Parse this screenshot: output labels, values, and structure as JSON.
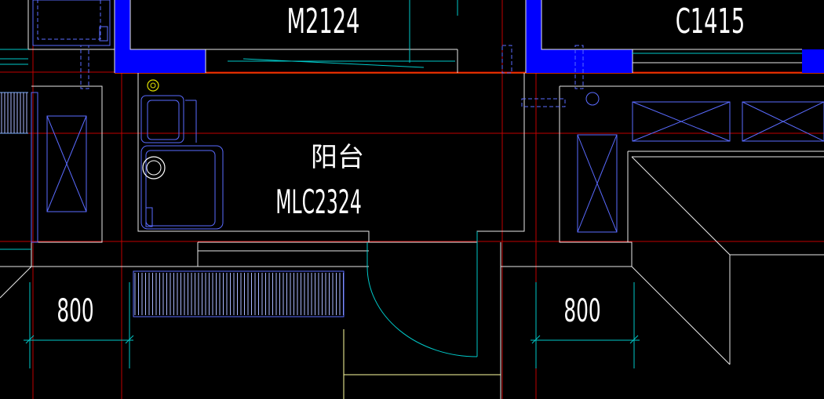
{
  "labels": {
    "door_top": "M2124",
    "window_top": "C1415",
    "balcony_name": "阳台",
    "balcony_door": "MLC2324",
    "dim_left": "800",
    "dim_right": "800"
  },
  "colors": {
    "background": "#000000",
    "wall_fill": "#0000ff",
    "axis_red": "#c00000",
    "axis_orange": "#ff4000",
    "cyan": "#00c8c8",
    "blue_line": "#5a6bff",
    "white": "#ffffff",
    "yellow": "#e0e000",
    "light_yellow": "#ffffa0"
  }
}
